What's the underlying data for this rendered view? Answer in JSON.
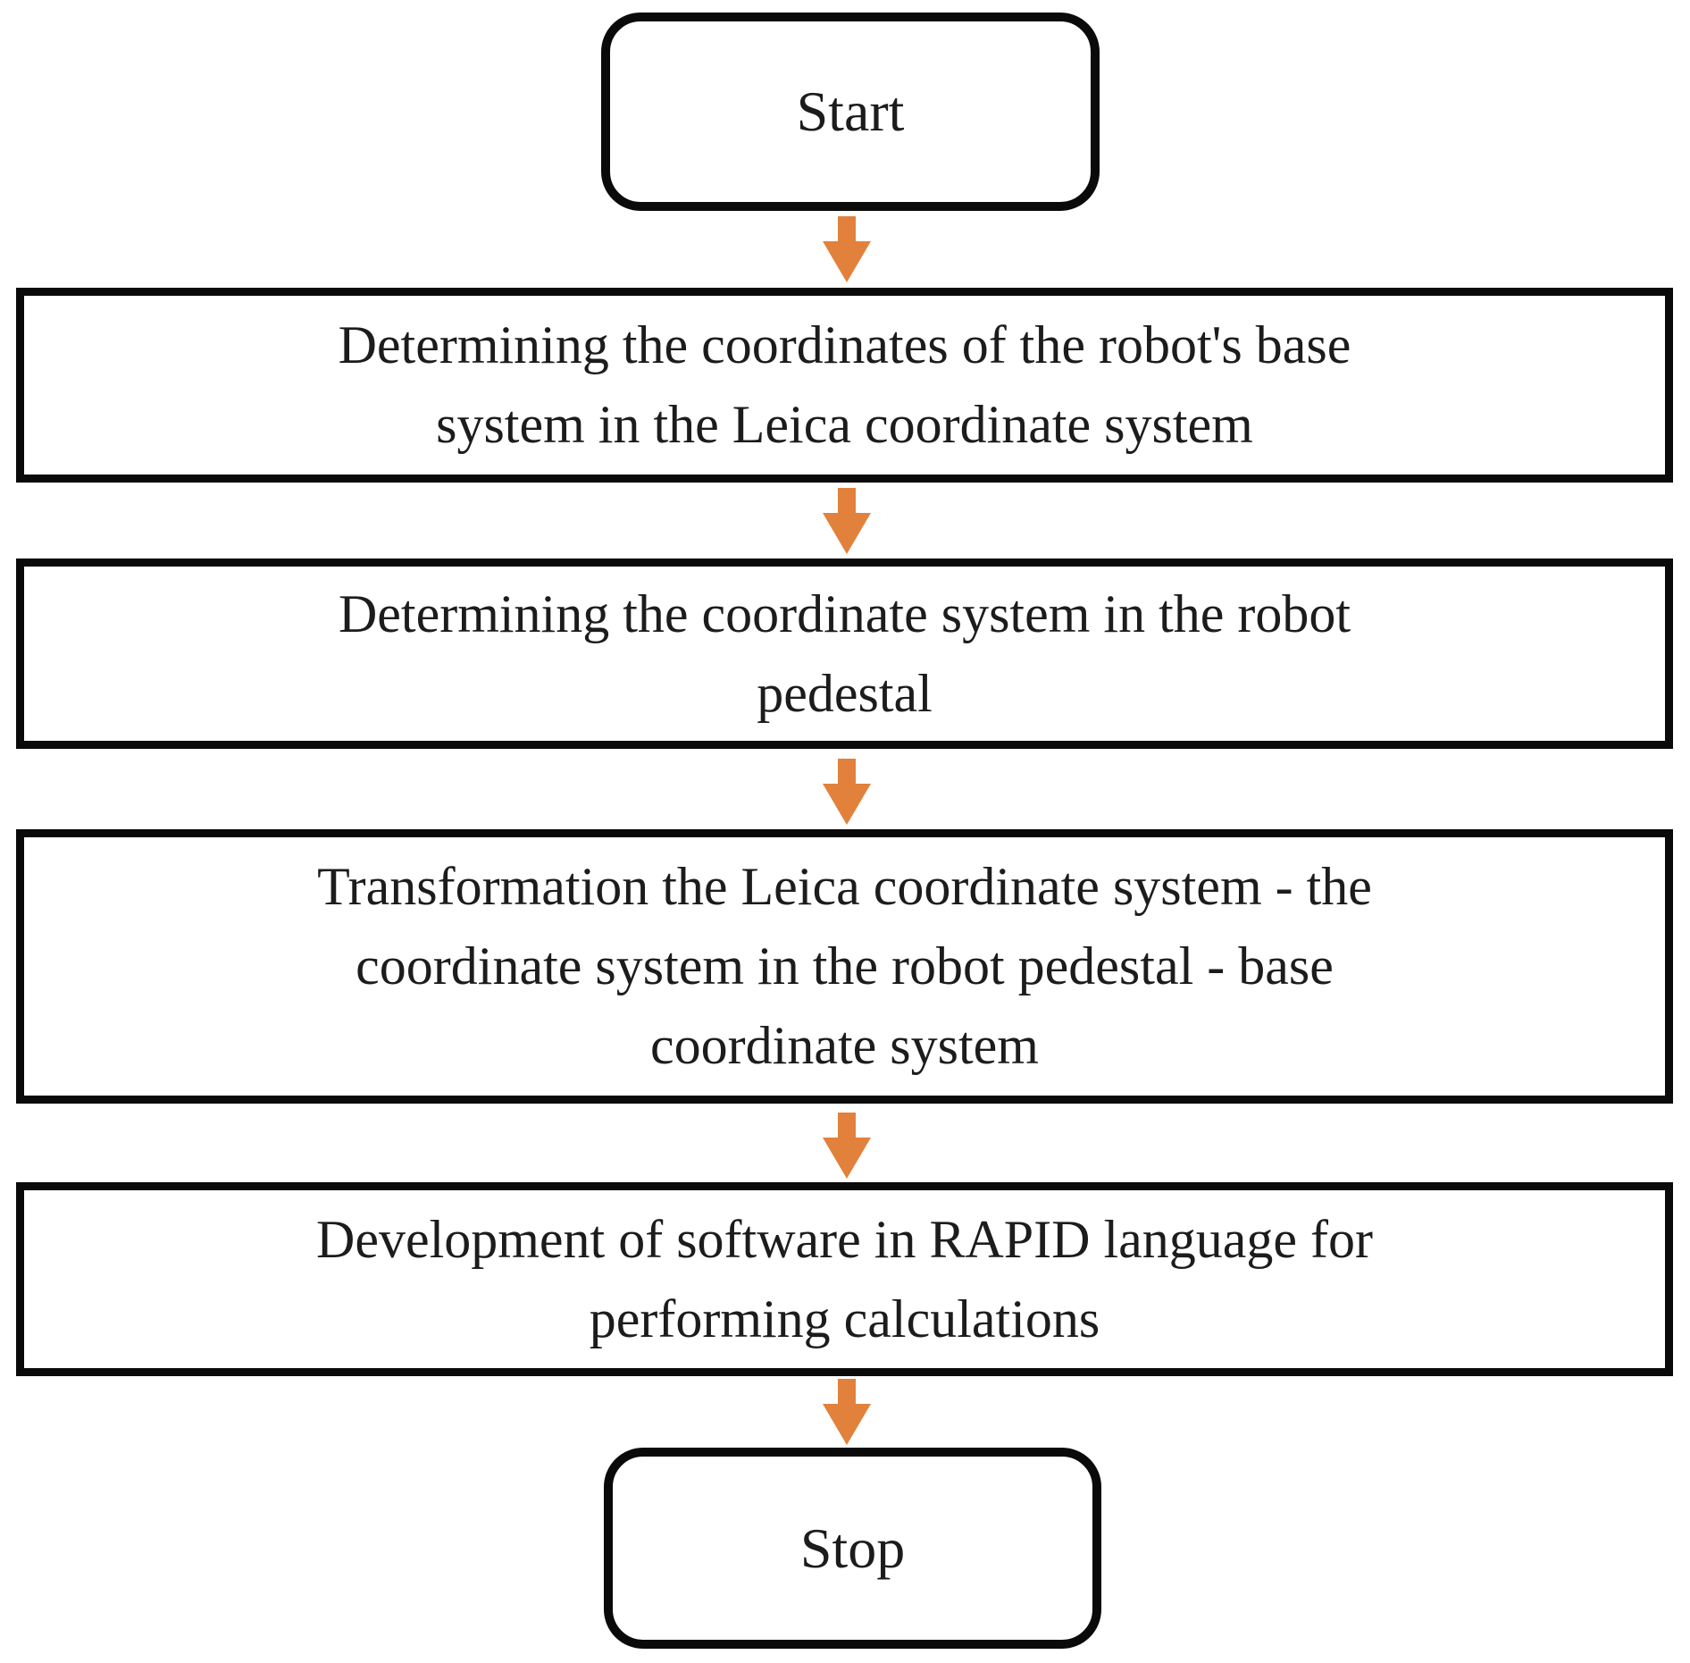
{
  "colors": {
    "arrow": "#E2813C",
    "node_border": "#0a0a0a",
    "node_fill": "#ffffff",
    "text": "#1c1c1c",
    "background": "#ffffff"
  },
  "nodes": [
    {
      "id": "start",
      "type": "terminator",
      "label": "Start"
    },
    {
      "id": "determine-base-coordinates",
      "type": "process",
      "label": [
        "Determining the coordinates of the robot's base",
        "system in the Leica coordinate system"
      ]
    },
    {
      "id": "determine-pedestal-system",
      "type": "process",
      "label": [
        "Determining the coordinate system in the robot",
        "pedestal"
      ]
    },
    {
      "id": "transformation-chain",
      "type": "process",
      "label": [
        "Transformation the Leica coordinate system - the",
        "coordinate system in the robot pedestal - base",
        "coordinate system"
      ]
    },
    {
      "id": "rapid-software-development",
      "type": "process",
      "label": [
        "Development of software in RAPID language for",
        "performing calculations"
      ]
    },
    {
      "id": "stop",
      "type": "terminator",
      "label": "Stop"
    }
  ],
  "edges": [
    {
      "from": "start",
      "to": "determine-base-coordinates"
    },
    {
      "from": "determine-base-coordinates",
      "to": "determine-pedestal-system"
    },
    {
      "from": "determine-pedestal-system",
      "to": "transformation-chain"
    },
    {
      "from": "transformation-chain",
      "to": "rapid-software-development"
    },
    {
      "from": "rapid-software-development",
      "to": "stop"
    }
  ]
}
